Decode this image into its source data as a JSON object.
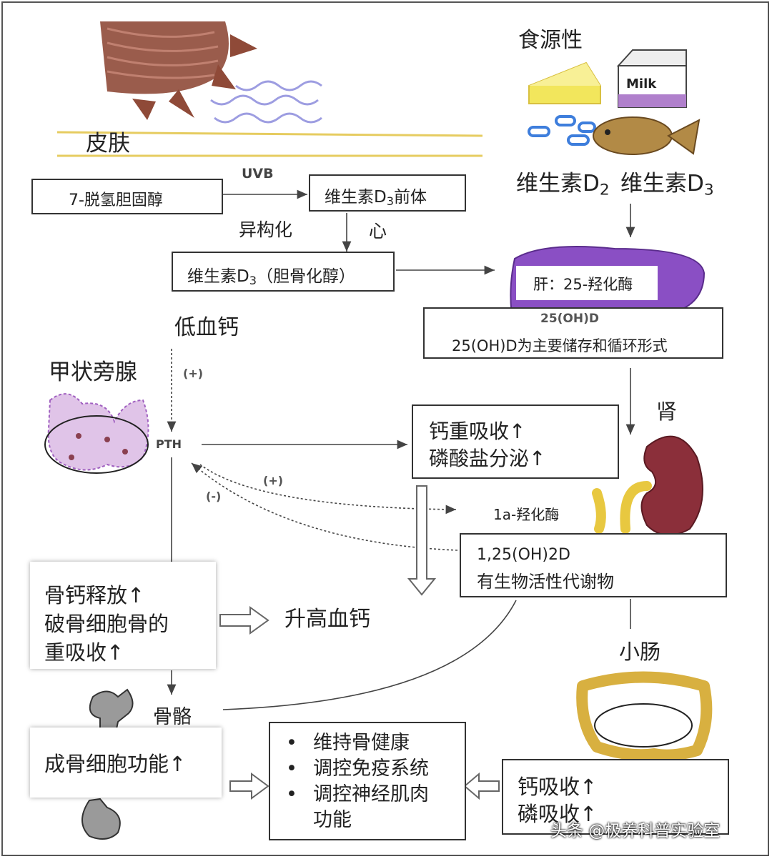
{
  "labels": {
    "skin": "皮肤",
    "uvb": "UVB",
    "dietary": "食源性",
    "milk": "Milk",
    "vit_d2": "维生素D",
    "vit_d2_sub": "2",
    "vit_d3": "维生素D",
    "vit_d3_sub": "3",
    "dehydro": "7-脱氢胆固醇",
    "precursor_a": "维生素D",
    "precursor_sub": "3",
    "precursor_b": "前体",
    "isomerization": "异构化",
    "heart": "心",
    "chole_a": "维生素D",
    "chole_sub": "3",
    "chole_b": "（胆骨化醇）",
    "liver": "肝：25-羟化酶",
    "liver_product": "25(OH)D",
    "storage": "25(OH)D为主要储存和循环形式",
    "low_ca": "低血钙",
    "plus1": "(+)",
    "parathyroid": "甲状旁腺",
    "pth": "PTH",
    "kidney": "肾",
    "kidney_effect_1": "钙重吸收↑",
    "kidney_effect_2": "磷酸盐分泌↑",
    "plus2": "(+)",
    "minus": "(-)",
    "alpha_hydroxylase": "1a-羟化酶",
    "active_1": "1,25(OH)2D",
    "active_2": "有生物活性代谢物",
    "bone_effect_1": "骨钙释放↑",
    "bone_effect_2": "破骨细胞骨的",
    "bone_effect_3": "重吸收↑",
    "raise_ca": "升高血钙",
    "intestine": "小肠",
    "bone": "骨骼",
    "osteoblast": "成骨细胞功能↑",
    "intestine_effect_1": "钙吸收↑",
    "intestine_effect_2": "磷吸收↑",
    "watermark": "头条 @极养科普实验室"
  },
  "functions": [
    "维持骨健康",
    "调控免疫系统",
    "调控神经肌肉",
    "功能"
  ],
  "colors": {
    "liver": "#8a4fc4",
    "kidney": "#8b2f3a",
    "ureter": "#e8c840",
    "sun": "#8f4a38",
    "uv": "#8c8cdc"
  }
}
